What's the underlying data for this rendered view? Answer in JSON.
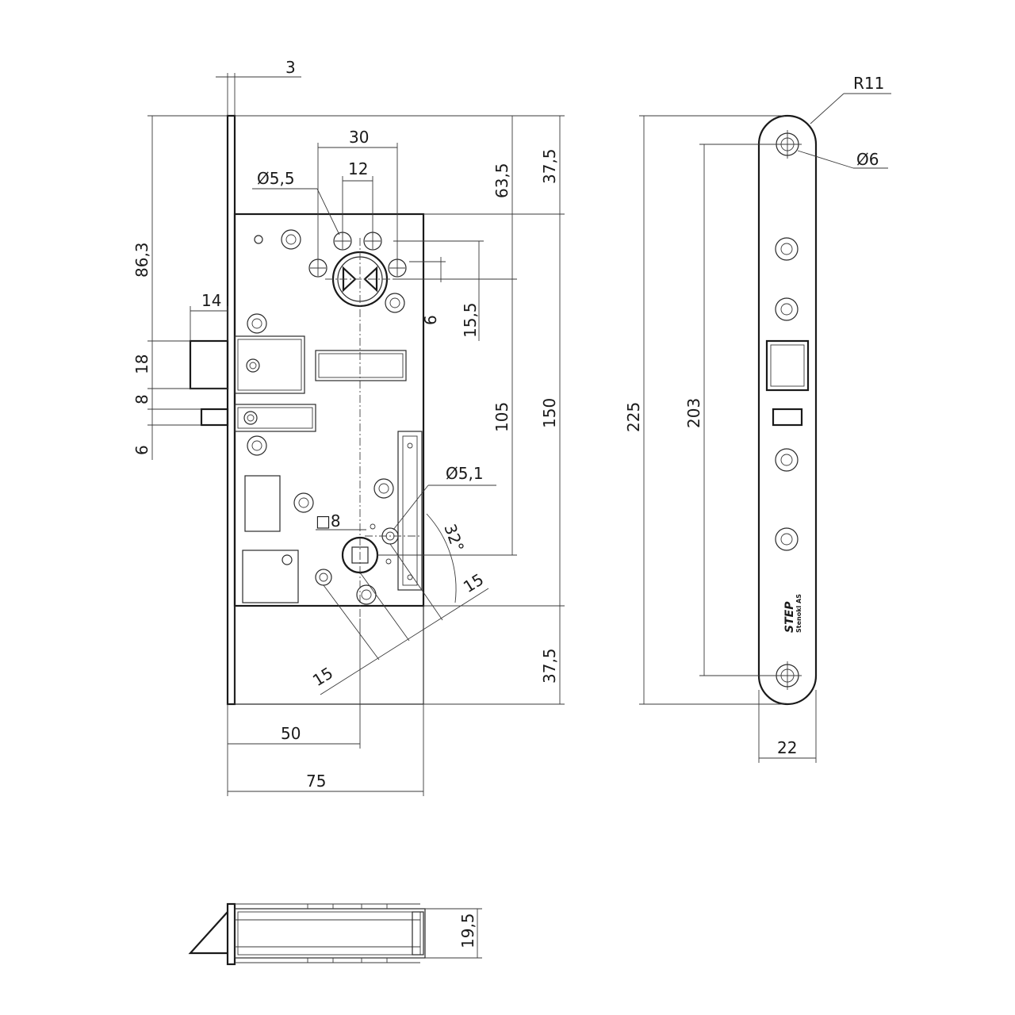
{
  "dimensions": {
    "forend_thickness": "3",
    "top_offset_37_5": "37,5",
    "top_offset_63_5": "63,5",
    "cyl_holes_spacing_30": "30",
    "cyl_holes_spacing_12": "12",
    "hole_dia_5_5": "Ø5,5",
    "height_86_3": "86,3",
    "latch_projection_14": "14",
    "latch_height_18": "18",
    "gap_8": "8",
    "gap_6": "6",
    "offset_6": "6",
    "offset_15_5": "15,5",
    "span_105": "105",
    "span_150": "150",
    "hole_dia_5_1": "Ø5,1",
    "square_8": "□8",
    "angle_32": "32°",
    "spacing_15_a": "15",
    "spacing_15_b": "15",
    "bottom_offset_37_5": "37,5",
    "backset_50": "50",
    "width_75": "75",
    "faceplate_length_225": "225",
    "fixing_holes_203": "203",
    "faceplate_radius": "R11",
    "fixing_hole_dia": "Ø6",
    "faceplate_width_22": "22",
    "depth_19_5": "19,5"
  },
  "faceplate_logo": {
    "brand": "STEP",
    "sub": "Stenokl AS"
  },
  "colors": {
    "line": "#2a2a2a",
    "background": "#ffffff"
  }
}
